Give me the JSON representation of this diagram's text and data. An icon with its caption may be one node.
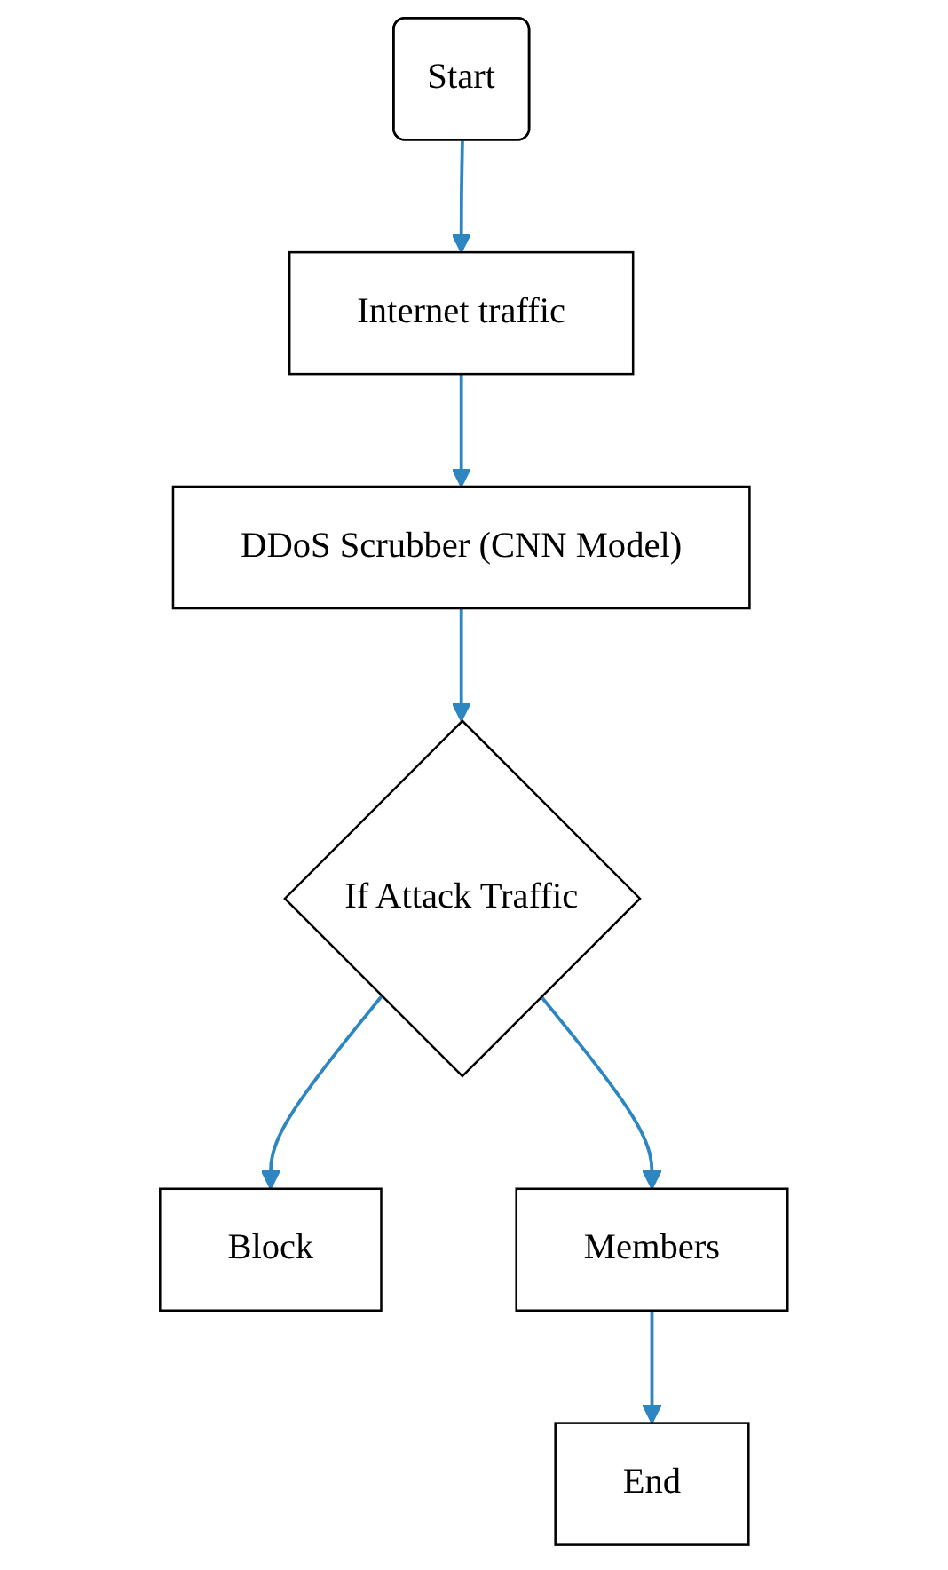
{
  "diagram": {
    "nodes": [
      {
        "text": [
          "Start"
        ]
      },
      {
        "text": [
          "Internet traffic"
        ]
      },
      {
        "text": [
          "DDoS Scrubber (CNN Model)"
        ]
      },
      {
        "text": [
          "If Attack Traffic"
        ]
      },
      {
        "text": [
          "Block"
        ]
      },
      {
        "text": [
          "Members"
        ]
      },
      {
        "text": [
          "End"
        ]
      }
    ],
    "edges": [
      {
        "from": 0,
        "to": 1,
        "arrow": "to"
      },
      {
        "from": 1,
        "to": 2,
        "arrow": "to"
      },
      {
        "from": 2,
        "to": 3,
        "arrow": "to"
      },
      {
        "from": 3,
        "to": 4,
        "arrow": "to"
      },
      {
        "from": 3,
        "to": 5,
        "arrow": "to"
      },
      {
        "from": 5,
        "to": 6,
        "arrow": "to"
      }
    ]
  }
}
